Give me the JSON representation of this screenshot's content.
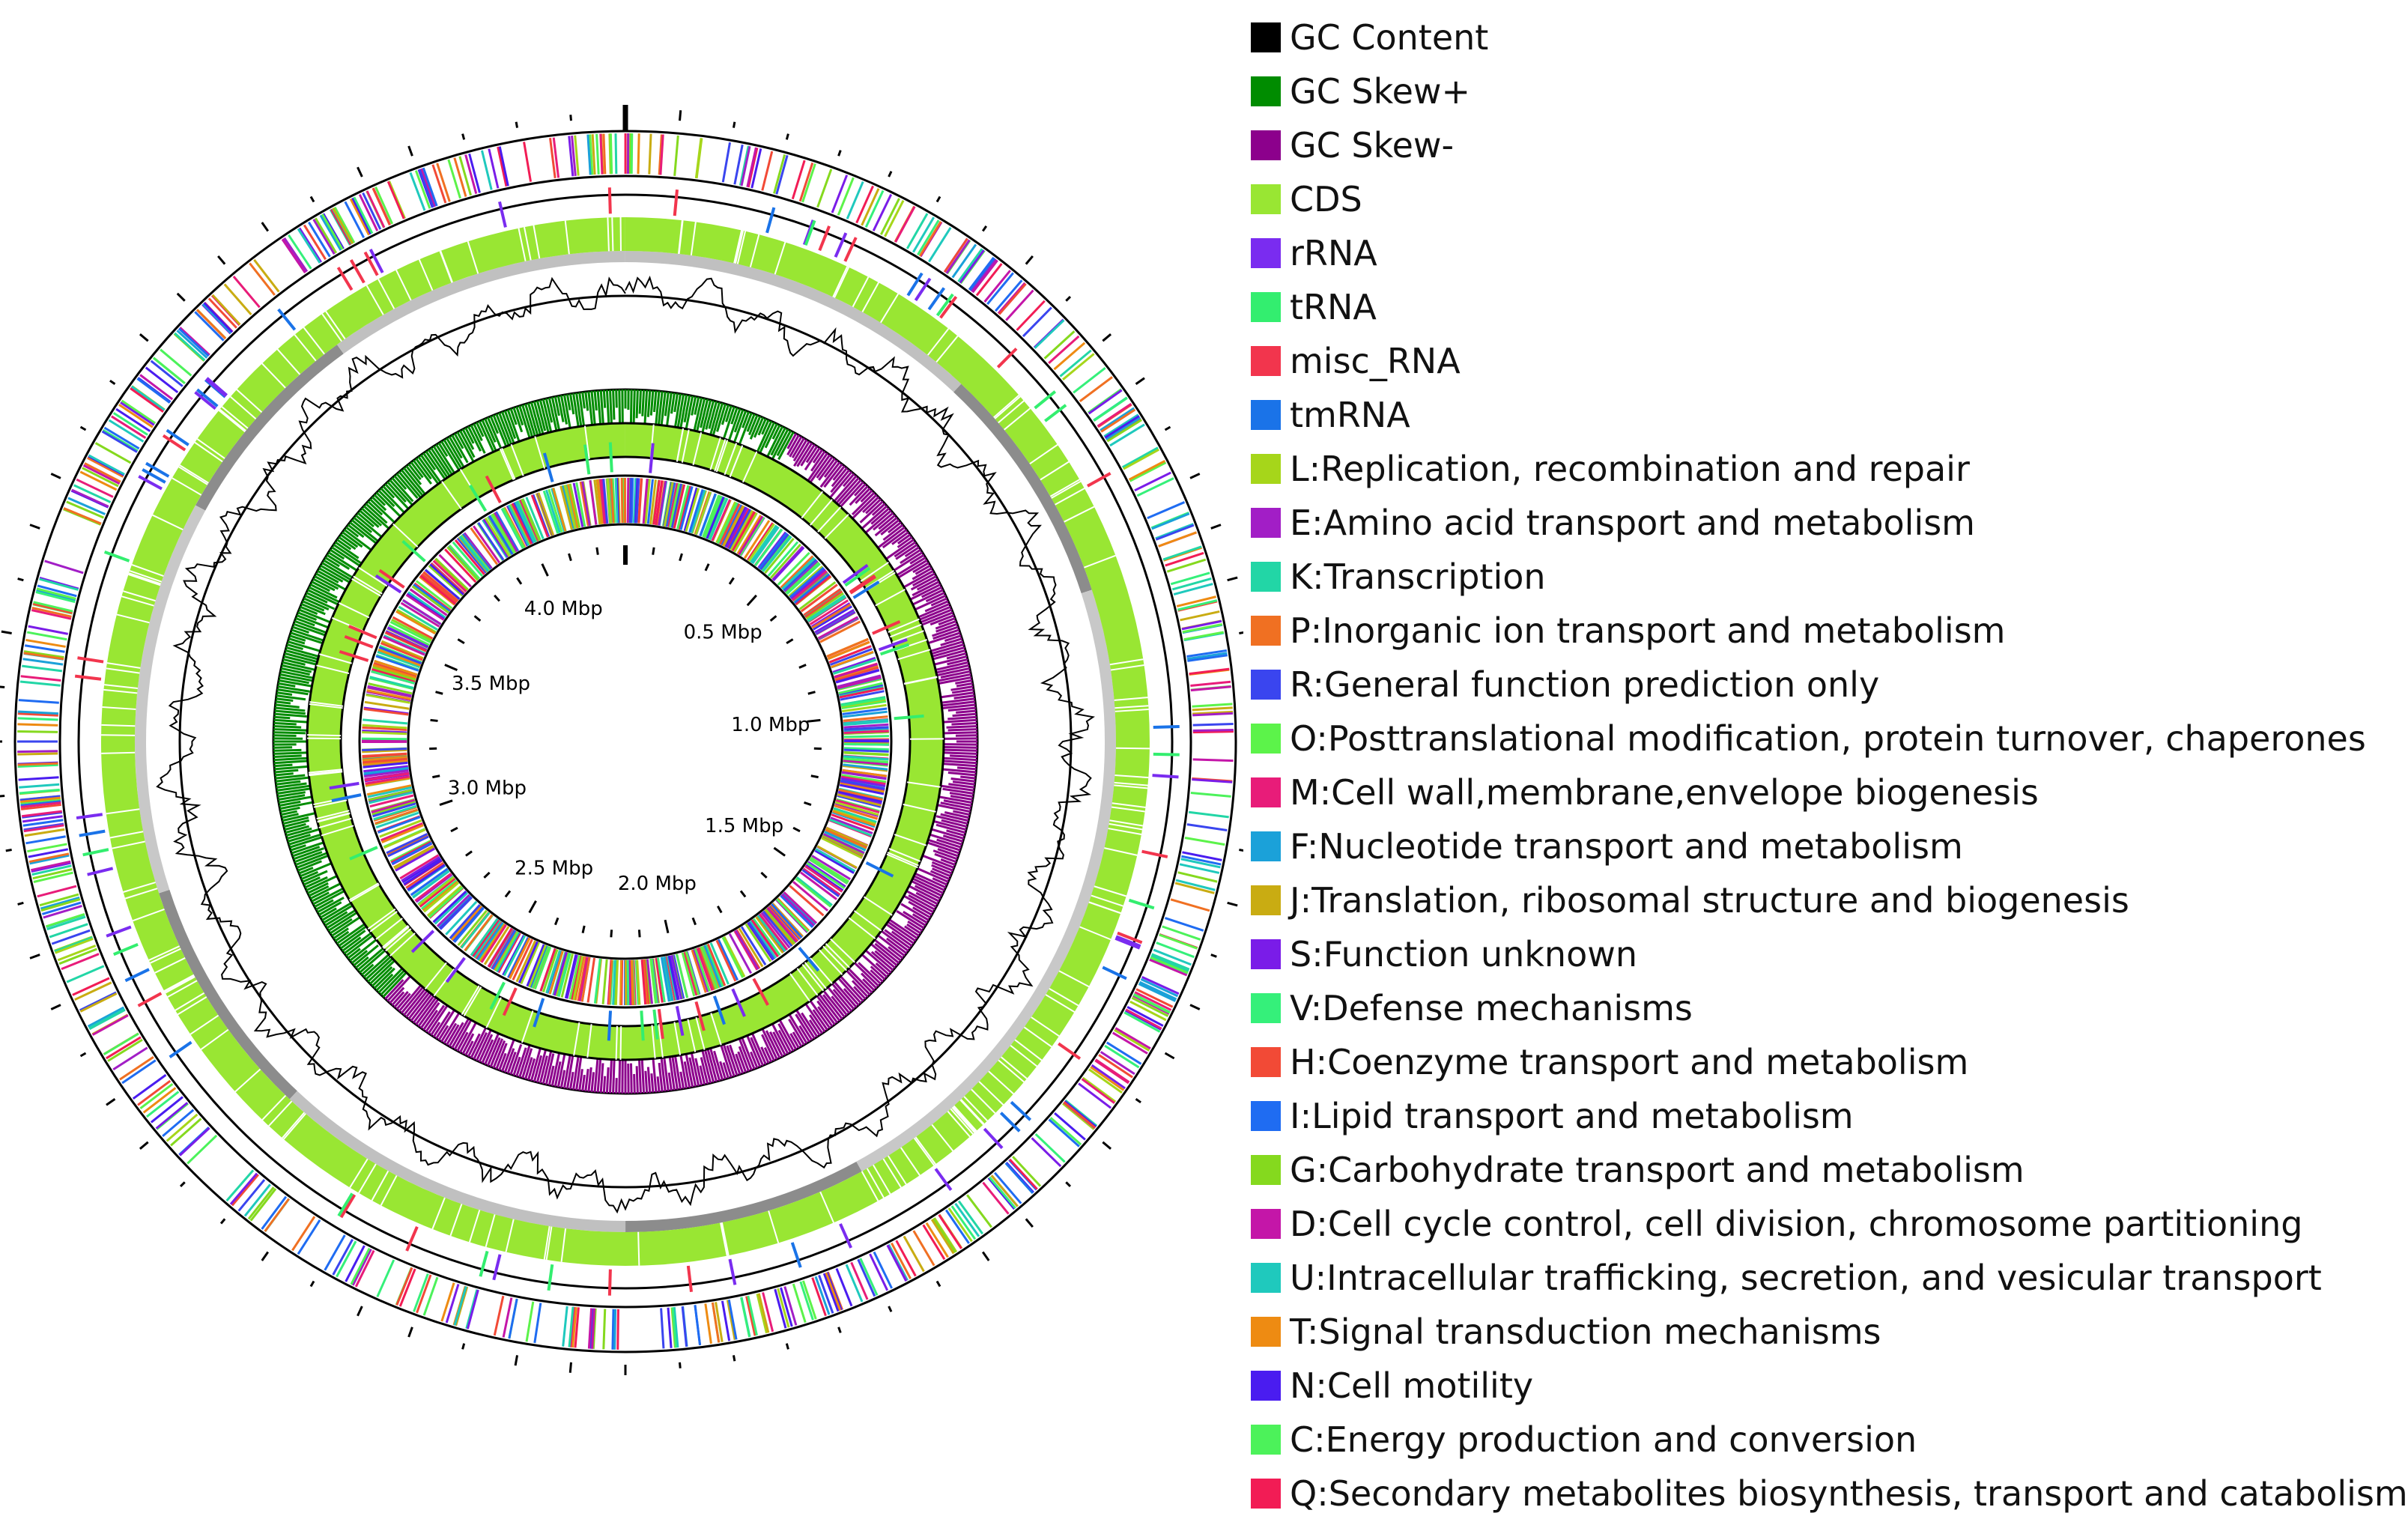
{
  "genome_map": {
    "scale_labels": [
      "0.5 Mbp",
      "1.0 Mbp",
      "1.5 Mbp",
      "2.0 Mbp",
      "2.5 Mbp",
      "3.0 Mbp",
      "3.5 Mbp",
      "4.0 Mbp"
    ],
    "scale_positions_mbp": [
      0.5,
      1.0,
      1.5,
      2.0,
      2.5,
      3.0,
      3.5,
      4.0
    ],
    "genome_size_mbp": 4.3,
    "tracks": [
      "COG forward",
      "RNA forward",
      "CDS forward",
      "GC Content",
      "GC Skew",
      "CDS reverse",
      "RNA reverse",
      "COG reverse"
    ]
  },
  "legend": [
    {
      "label": "GC Content",
      "color": "#000000"
    },
    {
      "label": "GC Skew+",
      "color": "#008c00"
    },
    {
      "label": "GC Skew-",
      "color": "#8c008c"
    },
    {
      "label": "CDS",
      "color": "#99e633"
    },
    {
      "label": "rRNA",
      "color": "#7a2cf0"
    },
    {
      "label": "tRNA",
      "color": "#33ee6f"
    },
    {
      "label": "misc_RNA",
      "color": "#f2354d"
    },
    {
      "label": "tmRNA",
      "color": "#1a73e8"
    },
    {
      "label": "L:Replication, recombination and repair",
      "color": "#a6d61a"
    },
    {
      "label": "E:Amino acid transport and metabolism",
      "color": "#a21ec6"
    },
    {
      "label": "K:Transcription",
      "color": "#22d6a6"
    },
    {
      "label": "P:Inorganic ion transport and metabolism",
      "color": "#f07022"
    },
    {
      "label": "R:General function prediction only",
      "color": "#3a45ef"
    },
    {
      "label": "O:Posttranslational modification, protein turnover, chaperones",
      "color": "#5cf34a"
    },
    {
      "label": "M:Cell wall,membrane,envelope biogenesis",
      "color": "#e81c79"
    },
    {
      "label": "F:Nucleotide transport and metabolism",
      "color": "#1ba1d9"
    },
    {
      "label": "J:Translation, ribosomal structure and biogenesis",
      "color": "#c9ac12"
    },
    {
      "label": "S:Function unknown",
      "color": "#7a1ce8"
    },
    {
      "label": "V:Defense mechanisms",
      "color": "#35f07a"
    },
    {
      "label": "H:Coenzyme transport and metabolism",
      "color": "#f24a36"
    },
    {
      "label": "I:Lipid transport and metabolism",
      "color": "#1f6cf2"
    },
    {
      "label": "G:Carbohydrate transport and metabolism",
      "color": "#85d91e"
    },
    {
      "label": "D:Cell cycle control, cell division, chromosome partitioning",
      "color": "#c416a8"
    },
    {
      "label": "U:Intracellular trafficking, secretion, and vesicular transport",
      "color": "#1fc9bd"
    },
    {
      "label": "T:Signal transduction mechanisms",
      "color": "#ee8b12"
    },
    {
      "label": "N:Cell motility",
      "color": "#4a1cf0"
    },
    {
      "label": "C:Energy production and conversion",
      "color": "#4cf25a"
    },
    {
      "label": "Q:Secondary metabolites biosynthesis, transport and catabolism",
      "color": "#f21c55"
    }
  ]
}
